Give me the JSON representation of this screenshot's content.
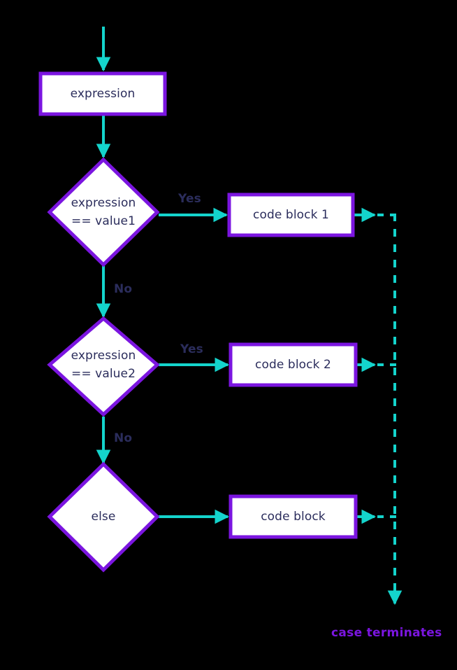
{
  "diagram": {
    "title": "switch-case flowchart",
    "colors": {
      "background": "#000000",
      "node_border": "#7B15E0",
      "node_fill": "#FFFFFF",
      "arrow": "#14D4CC",
      "text": "#2B2D5C",
      "terminate_text": "#7B15E0"
    },
    "nodes": [
      {
        "id": "expression-box",
        "shape": "rect",
        "label": "expression",
        "label2": ""
      },
      {
        "id": "decision-1",
        "shape": "diamond",
        "label": "expression",
        "label2": "== value1"
      },
      {
        "id": "decision-2",
        "shape": "diamond",
        "label": "expression",
        "label2": "== value2"
      },
      {
        "id": "decision-else",
        "shape": "diamond",
        "label": "else",
        "label2": ""
      },
      {
        "id": "code-block-1",
        "shape": "rect",
        "label": "code block 1",
        "label2": ""
      },
      {
        "id": "code-block-2",
        "shape": "rect",
        "label": "code block 2",
        "label2": ""
      },
      {
        "id": "code-block-3",
        "shape": "rect",
        "label": "code block",
        "label2": ""
      }
    ],
    "edge_labels": [
      {
        "id": "yes-1",
        "text": "Yes"
      },
      {
        "id": "no-1",
        "text": "No"
      },
      {
        "id": "yes-2",
        "text": "Yes"
      },
      {
        "id": "no-2",
        "text": "No"
      }
    ],
    "terminate": {
      "text": "case terminates"
    }
  }
}
